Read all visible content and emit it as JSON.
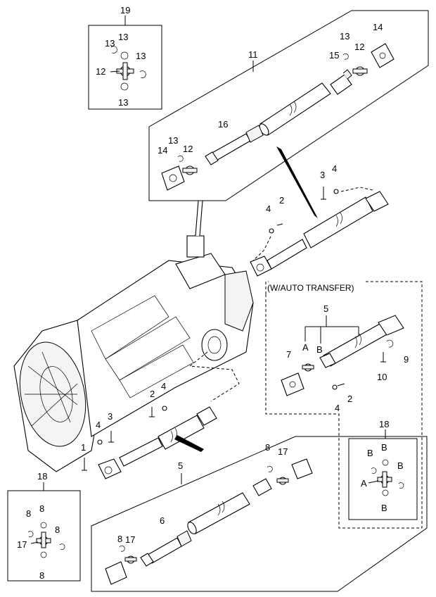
{
  "labels": {
    "p19": "19",
    "p13_a": "13",
    "p13_b": "13",
    "p13_c": "13",
    "p13_d": "13",
    "p12_a": "12",
    "p11": "11",
    "p13_e": "13",
    "p14_a": "14",
    "p15": "15",
    "p12_b": "12",
    "p16": "16",
    "p14_b": "14",
    "p13_f": "13",
    "p12_c": "12",
    "p3_a": "3",
    "p4_a": "4",
    "p4_b": "4",
    "p2_a": "2",
    "auto_transfer": "(W/AUTO TRANSFER)",
    "p5_a": "5",
    "p7": "7",
    "pA_a": "A",
    "pB_a": "B",
    "p9": "9",
    "p10": "10",
    "p4_c": "4",
    "p2_b": "2",
    "p18_a": "18",
    "pB_b": "B",
    "pB_c": "B",
    "pB_d": "B",
    "pA_b": "A",
    "pB_e": "B",
    "p2_c": "2",
    "p4_d": "4",
    "p4_e": "4",
    "p3_b": "3",
    "p1": "1",
    "p5_b": "5",
    "p8_a": "8",
    "p17_a": "17",
    "p6": "6",
    "p8_b": "8",
    "p17_b": "17",
    "p18_b": "18",
    "p8_c": "8",
    "p8_d": "8",
    "p8_e": "8",
    "p17_c": "17",
    "p8_f": "8"
  }
}
